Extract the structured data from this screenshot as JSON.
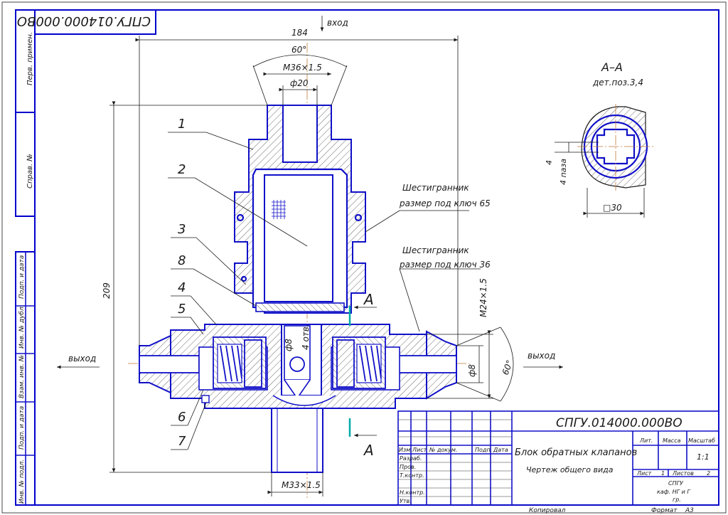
{
  "stamp": {
    "code_rotated": "СПГУ.014000.000ВО"
  },
  "side_labels": [
    "Перв. примен.",
    "Справ. №",
    "Подп. и дата",
    "Инв. № дубл.",
    "Взам. инв. №",
    "Подп. и дата",
    "Инв. № подл."
  ],
  "top": {
    "inlet_label": "вход",
    "dim_184": "184",
    "dim_angle_top": "60°",
    "dim_m36": "M36×1.5",
    "dim_d20": "ф20"
  },
  "left": {
    "dim_209": "209",
    "outlet_label": "выход"
  },
  "right": {
    "outlet_label": "выход",
    "dim_m24": "M24×1.5",
    "dim_d8": "ф8",
    "dim_angle_right": "60°"
  },
  "center": {
    "dim_d8": "ф8",
    "holes_label": "4 отв."
  },
  "bottom": {
    "dim_m33": "M33×1.5"
  },
  "callouts": [
    "1",
    "2",
    "3",
    "8",
    "4",
    "5",
    "6",
    "7"
  ],
  "notes": {
    "hex1_line1": "Шестигранник",
    "hex1_line2": "размер под ключ 65",
    "hex2_line1": "Шестигранник",
    "hex2_line2": "размер под ключ 36"
  },
  "section_marks": {
    "upper": "A",
    "lower": "A"
  },
  "section_view": {
    "title": "A–A",
    "subtitle": "дет.поз.3,4",
    "dim_4": "4",
    "dim_4_slots": "4 паза",
    "dim_sq30": "□30"
  },
  "title_block": {
    "doc_code": "СПГУ.014000.000ВО",
    "name_line1": "Блок обратных клапанов",
    "name_line2": "Чертеж общего вида",
    "col_headers": [
      "Изм.",
      "Лист",
      "№ докум.",
      "Подп.",
      "Дата"
    ],
    "row_labels": [
      "Разраб.",
      "Пров.",
      "Т.контр.",
      "",
      "Н.контр.",
      "Утв."
    ],
    "lit": "Лит.",
    "mass": "Масса",
    "scale_label": "Масштаб",
    "scale_value": "1:1",
    "sheet_label": "Лист",
    "sheet_value": "1",
    "sheets_label": "Листов",
    "sheets_value": "2",
    "org_line1": "СПГУ",
    "org_line2": "каф. НГ и Г",
    "org_line3": "гр.",
    "copied": "Копировал",
    "format_label": "Формат",
    "format_value": "А3"
  }
}
